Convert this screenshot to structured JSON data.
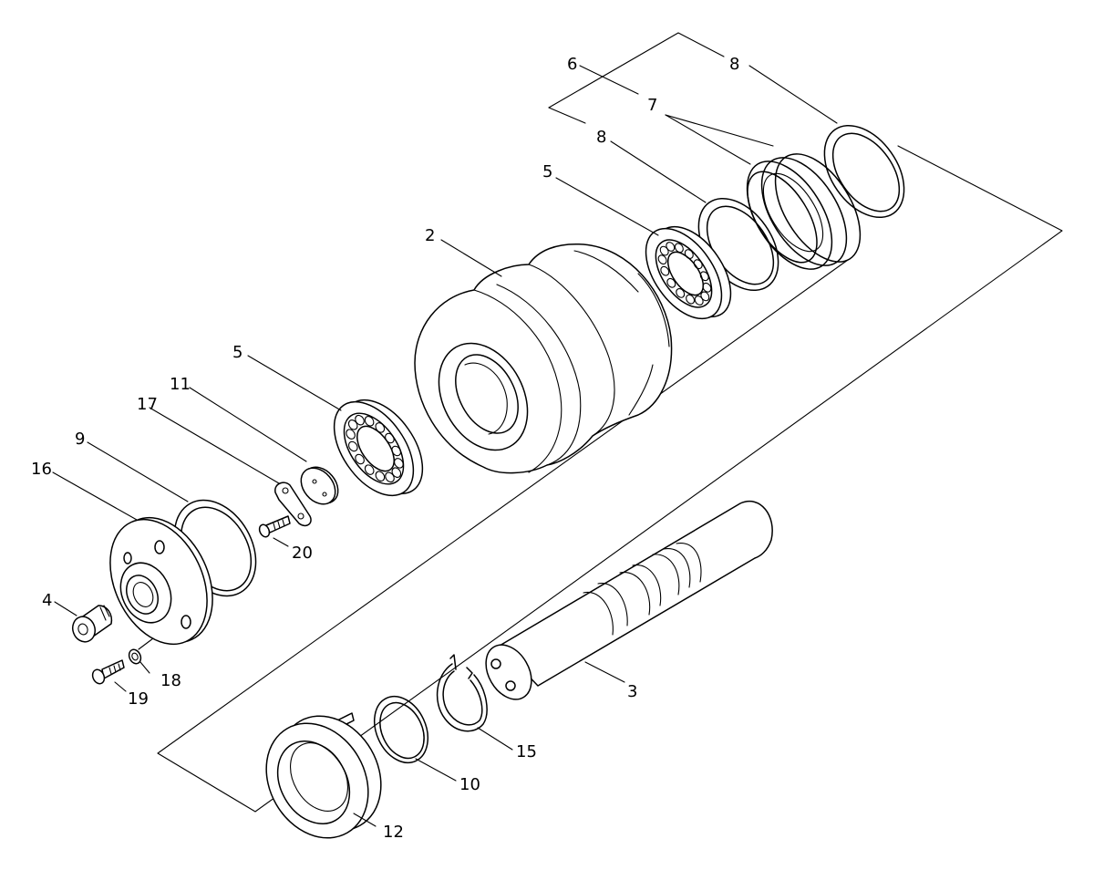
{
  "callouts": {
    "c2": "2",
    "c3": "3",
    "c4": "4",
    "c5a": "5",
    "c5b": "5",
    "c6": "6",
    "c7": "7",
    "c8a": "8",
    "c8b": "8",
    "c9": "9",
    "c10": "10",
    "c11": "11",
    "c12": "12",
    "c15": "15",
    "c16": "16",
    "c17": "17",
    "c18": "18",
    "c19": "19",
    "c20": "20"
  }
}
